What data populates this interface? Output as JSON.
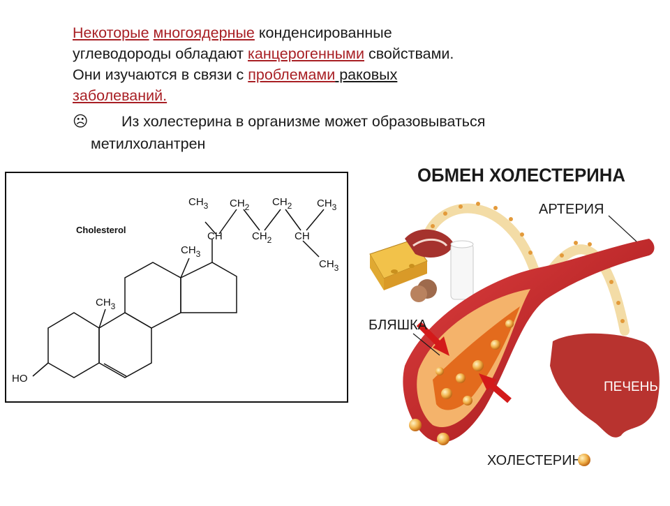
{
  "paragraph": {
    "w1": "Некоторые",
    "w2": "многоядерные",
    "w3": " конденсированные",
    "w4": "углеводороды обладают ",
    "w5": "канцерогенными",
    "w6": " свойствами.",
    "w7": "Они изучаются в связи с ",
    "w8": "проблемами",
    "w9": " раковых",
    "w10": "заболеваний."
  },
  "bullet": {
    "icon": "sad-face-icon",
    "glyph": "☹",
    "line1": "Из холестерина в организме может образовываться",
    "line2": "метилхолантрен"
  },
  "structure": {
    "caption": "Cholesterol",
    "ch3_a": "CH",
    "ch2_a": "CH",
    "ch2_b": "CH",
    "ch3_b": "CH",
    "ch_a": "CH",
    "ch2_c": "CH",
    "ch_b": "CH",
    "ch3_c": "CH",
    "ch3_d": "CH",
    "ch3_e": "CH",
    "sub3": "3",
    "sub2": "2",
    "ho": "HO"
  },
  "infographic": {
    "title": "ОБМЕН ХОЛЕСТЕРИНА",
    "artery": "АРТЕРИЯ",
    "plaque": "БЛЯШКА",
    "liver": "ПЕЧЕНЬ",
    "cholesterol": "ХОЛЕСТЕРИН"
  },
  "colors": {
    "accent_red": "#a81f24",
    "artery_red": "#c8232a",
    "plaque_orange": "#e98a2f",
    "liver": "#b8332f"
  }
}
